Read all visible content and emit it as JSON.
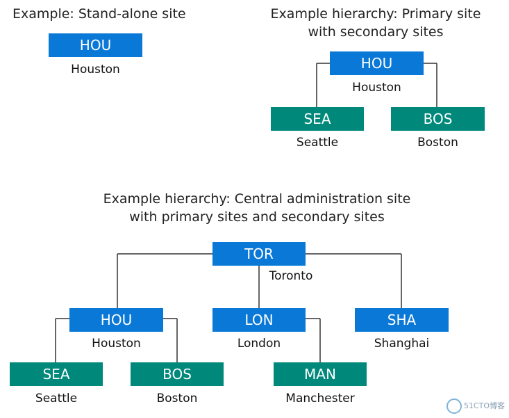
{
  "titles": {
    "standalone": "Example: Stand-alone site",
    "primary_line1": "Example hierarchy: Primary site",
    "primary_line2": "with secondary sites",
    "central_line1": "Example hierarchy: Central administration site",
    "central_line2": "with primary sites and secondary sites"
  },
  "standalone": {
    "hou": {
      "code": "HOU",
      "name": "Houston"
    }
  },
  "primary_hierarchy": {
    "hou": {
      "code": "HOU",
      "name": "Houston"
    },
    "sea": {
      "code": "SEA",
      "name": "Seattle"
    },
    "bos": {
      "code": "BOS",
      "name": "Boston"
    }
  },
  "central_hierarchy": {
    "tor": {
      "code": "TOR",
      "name": "Toronto"
    },
    "hou": {
      "code": "HOU",
      "name": "Houston"
    },
    "lon": {
      "code": "LON",
      "name": "London"
    },
    "sha": {
      "code": "SHA",
      "name": "Shanghai"
    },
    "sea": {
      "code": "SEA",
      "name": "Seattle"
    },
    "bos": {
      "code": "BOS",
      "name": "Boston"
    },
    "man": {
      "code": "MAN",
      "name": "Manchester"
    }
  },
  "colors": {
    "primary_site": "#0a78d7",
    "secondary_site": "#00897b",
    "connector": "#333333"
  },
  "watermark": {
    "text": "51CTO博客",
    "icon": "wave-logo-icon"
  }
}
